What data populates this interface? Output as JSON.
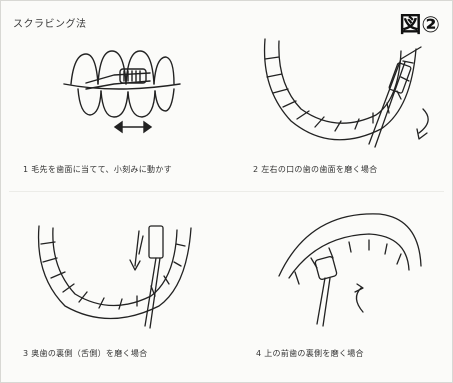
{
  "document": {
    "title": "スクラビング法",
    "figure_label": "図②"
  },
  "panels": [
    {
      "caption": "1 毛先を歯面に当てて、小刻みに動かす"
    },
    {
      "caption": "2 左右の口の歯の歯面を磨く場合"
    },
    {
      "caption": "3 奥歯の裏側（舌側）を磨く場合"
    },
    {
      "caption": "4 上の前歯の裏側を磨く場合"
    }
  ]
}
